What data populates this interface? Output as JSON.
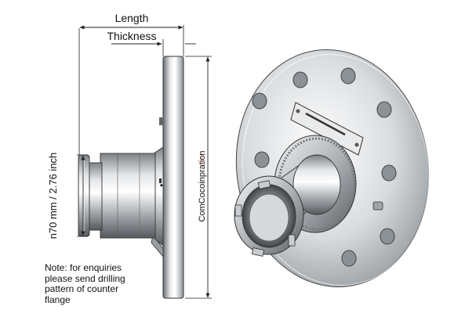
{
  "dimensions": {
    "length_label": "Length",
    "thickness_label": "Thickness",
    "diameter_label": "n70 mm / 2.76 inch",
    "counter_label": "ComCocoinpration"
  },
  "note": {
    "lines": [
      "Note: for enquiries",
      "please send drilling",
      "pattern of counter",
      "flange"
    ]
  },
  "colors": {
    "line": "#222222",
    "steel_light": "#f4f5f6",
    "steel_mid": "#b8bcc0",
    "steel_dark": "#5d6266"
  }
}
